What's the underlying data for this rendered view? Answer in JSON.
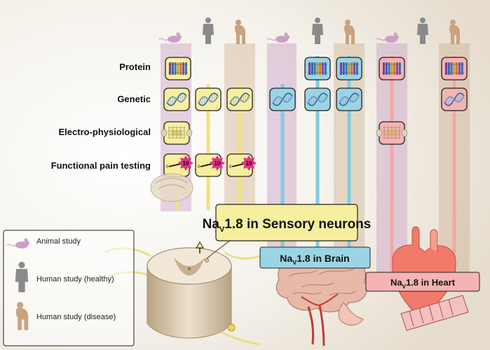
{
  "rows": {
    "protein": "Protein",
    "genetic": "Genetic",
    "electro": "Electro-physiological",
    "functional": "Functional pain testing"
  },
  "legend": {
    "animal": "Animal study",
    "healthy": "Human study (healthy)",
    "disease": "Human study (disease)"
  },
  "labels": {
    "prefix": "Na",
    "sub": "V",
    "sensory": "1.8 in Sensory neurons",
    "brain": "1.8 in Brain",
    "heart": "1.8 in Heart"
  },
  "test_scale": {
    "start": "0",
    "end": "10"
  },
  "colors": {
    "animal": "#c9a0c6",
    "healthy": "#8a8a8a",
    "disease": "#c9a27e",
    "sensory": "#f7ef9e",
    "brain": "#9bd4e4",
    "heart": "#f5b3b3",
    "burst": "#e0308a"
  }
}
